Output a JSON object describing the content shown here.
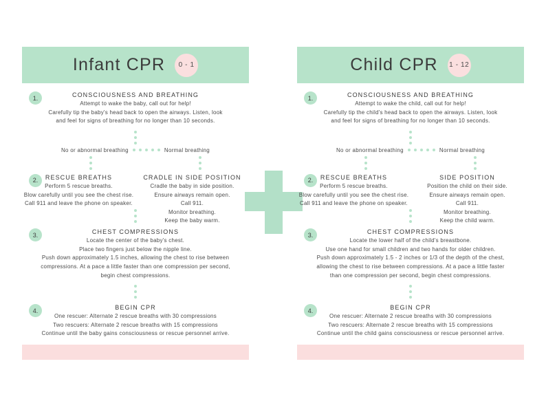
{
  "theme": {
    "mint": "#b7e3ca",
    "pink": "#fbdede",
    "badge_pink": "#fbdfdf",
    "text": "#3a3a3a",
    "background": "#ffffff"
  },
  "columns": [
    {
      "id": "infant",
      "title": "Infant CPR",
      "age_badge": "0 - 1",
      "steps": [
        {
          "number": "1.",
          "title": "CONSCIOUSNESS AND BREATHING",
          "lines": [
            "Attempt to wake the baby, call out for help!",
            "Carefully tip the baby's head back to open the airways. Listen, look",
            "and feel for signs of breathing for no longer than 10 seconds."
          ]
        }
      ],
      "branch_labels": {
        "left": "No or abnormal breathing",
        "right": "Normal breathing"
      },
      "step2": {
        "number": "2.",
        "left": {
          "title": "RESCUE BREATHS",
          "lines": [
            "Perform 5 rescue breaths.",
            "Blow carefully until you see the chest rise.",
            "Call 911 and leave the phone on speaker."
          ]
        },
        "right": {
          "title": "CRADLE IN SIDE POSITION",
          "lines": [
            "Cradle the baby in side position.",
            "Ensure airways remain open.",
            "Call 911.",
            "Monitor breathing.",
            "Keep the baby warm."
          ]
        }
      },
      "step3": {
        "number": "3.",
        "title": "CHEST COMPRESSIONS",
        "lines": [
          "Locate the center of the baby's chest.",
          "Place two fingers just below the nipple line.",
          "Push down approximately 1.5 inches, allowing the chest to rise between",
          "compressions. At a pace a little faster than one compression per second,",
          "begin chest compressions."
        ]
      },
      "step4": {
        "number": "4.",
        "title": "BEGIN CPR",
        "lines": [
          "One rescuer: Alternate 2 rescue breaths with 30 compressions",
          "Two rescuers: Alternate 2 rescue breaths with 15 compressions",
          "Continue until the baby gains consciousness or rescue personnel arrive."
        ]
      }
    },
    {
      "id": "child",
      "title": "Child CPR",
      "age_badge": "1 - 12",
      "steps": [
        {
          "number": "1.",
          "title": "CONSCIOUSNESS AND BREATHING",
          "lines": [
            "Attempt to wake the child, call out for help!",
            "Carefully tip the child's head back to open the airways. Listen, look",
            "and feel for signs of breathing for no longer than 10 seconds."
          ]
        }
      ],
      "branch_labels": {
        "left": "No or abnormal breathing",
        "right": "Normal breathing"
      },
      "step2": {
        "number": "2.",
        "left": {
          "title": "RESCUE BREATHS",
          "lines": [
            "Perform 5 rescue breaths.",
            "Blow carefully until you see the chest rise.",
            "Call 911 and leave the phone on speaker."
          ]
        },
        "right": {
          "title": "SIDE POSITION",
          "lines": [
            "Position the child on their side.",
            "Ensure airways remain open.",
            "Call 911.",
            "Monitor breathing.",
            "Keep the child warm."
          ]
        }
      },
      "step3": {
        "number": "3.",
        "title": "CHEST COMPRESSIONS",
        "lines": [
          "Locate the lower half of the child's breastbone.",
          "Use one hand for small children and two hands for older children.",
          "Push down approximately 1.5 - 2 inches or 1/3 of the depth of the chest,",
          "allowing the chest to rise between compressions. At a pace a little faster",
          "than one compression per second, begin chest compressions."
        ]
      },
      "step4": {
        "number": "4.",
        "title": "BEGIN CPR",
        "lines": [
          "One rescuer: Alternate 2 rescue breaths with 30 compressions",
          "Two rescuers: Alternate 2 rescue breaths with 15 compressions",
          "Continue until the child gains consciousness or rescue personnel arrive."
        ]
      }
    }
  ]
}
